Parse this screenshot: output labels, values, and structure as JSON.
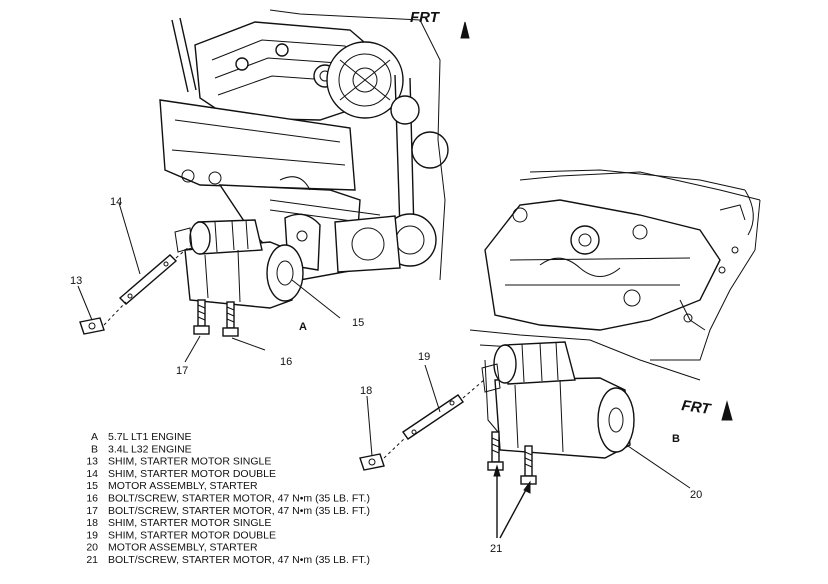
{
  "frt_labels": {
    "top": "FRT",
    "right": "FRT"
  },
  "section_labels": {
    "a": "A",
    "b": "B"
  },
  "callouts": {
    "c13": "13",
    "c14": "14",
    "c15": "15",
    "c16": "16",
    "c17": "17",
    "c18": "18",
    "c19": "19",
    "c20": "20",
    "c21": "21"
  },
  "legend": [
    {
      "key": "A",
      "text": "5.7L LT1 ENGINE"
    },
    {
      "key": "B",
      "text": "3.4L L32 ENGINE"
    },
    {
      "key": "13",
      "text": "SHIM, STARTER MOTOR SINGLE"
    },
    {
      "key": "14",
      "text": "SHIM, STARTER MOTOR DOUBLE"
    },
    {
      "key": "15",
      "text": "MOTOR ASSEMBLY, STARTER"
    },
    {
      "key": "16",
      "text": "BOLT/SCREW, STARTER MOTOR, 47 N•m (35 LB. FT.)"
    },
    {
      "key": "17",
      "text": "BOLT/SCREW, STARTER MOTOR, 47 N•m (35 LB. FT.)"
    },
    {
      "key": "18",
      "text": "SHIM, STARTER MOTOR SINGLE"
    },
    {
      "key": "19",
      "text": "SHIM, STARTER MOTOR DOUBLE"
    },
    {
      "key": "20",
      "text": "MOTOR ASSEMBLY, STARTER"
    },
    {
      "key": "21",
      "text": "BOLT/SCREW, STARTER MOTOR, 47 N•m (35 LB. FT.)"
    }
  ]
}
